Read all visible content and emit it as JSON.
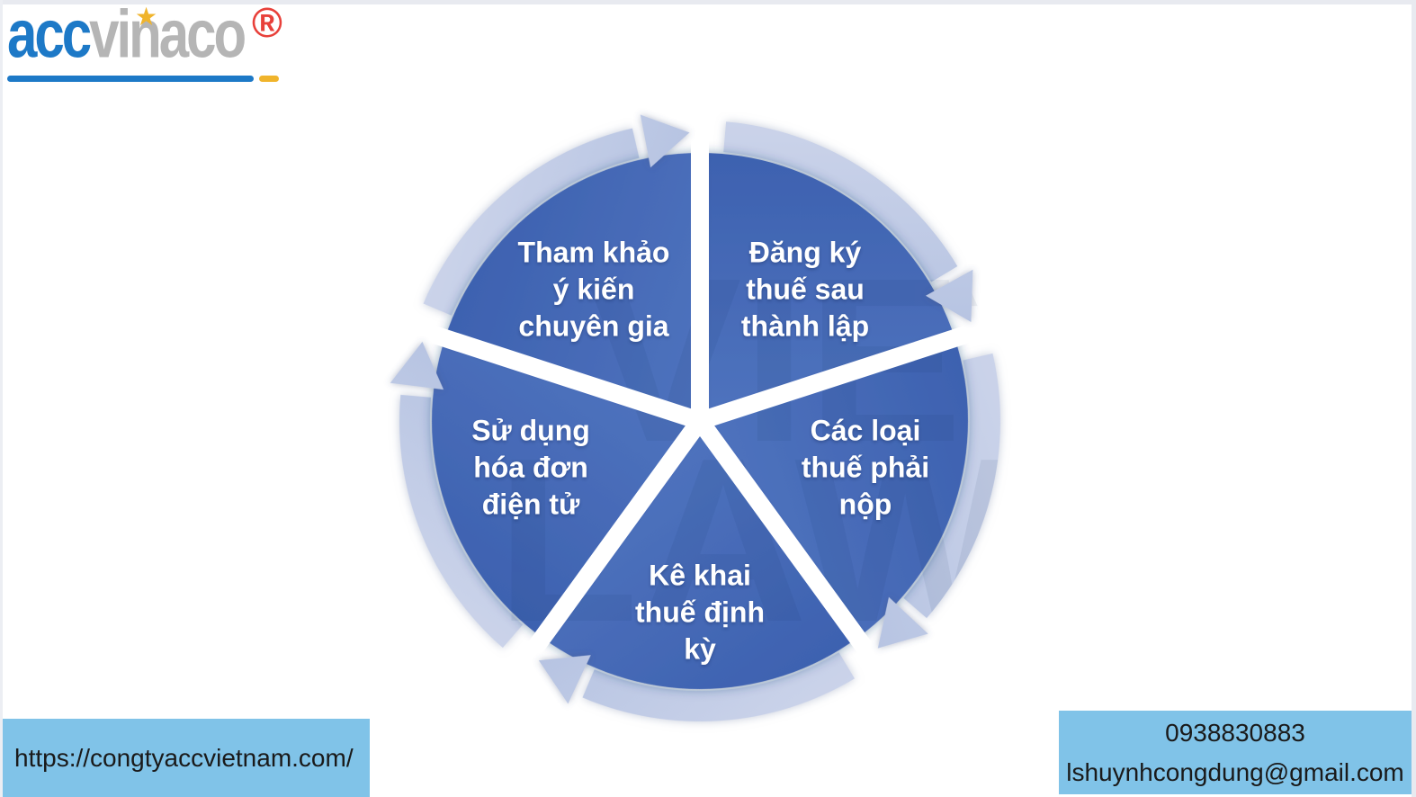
{
  "logo": {
    "text_primary": "acc",
    "text_secondary": "vinaco",
    "star_icon": "★",
    "registered_mark": "®",
    "color_primary": "#1d79c7",
    "color_secondary": "#b5b5b5",
    "color_star": "#f0b42c",
    "color_registered": "#e8403a"
  },
  "diagram": {
    "type": "cycle",
    "direction": "clockwise",
    "steps": [
      {
        "label": "Đăng ký\nthuế sau\nthành lập"
      },
      {
        "label": "Các loại\nthuế phải\nnộp"
      },
      {
        "label": "Kê khai\nthuế định\nkỳ"
      },
      {
        "label": "Sử dụng\nhóa đơn\nđiện tử"
      },
      {
        "label": "Tham khảo\ný kiến\nchuyên gia"
      }
    ],
    "watermark": {
      "line1": "VIET",
      "line2": "LAW"
    },
    "colors": {
      "wedge_dark": "#3b5fae",
      "wedge_light": "#6387ce",
      "arrow_light": "#ccd4ea",
      "arrow_dark": "#8ea5d3",
      "gap": "#ffffff"
    }
  },
  "footer": {
    "website": "https://congtyaccvietnam.com/",
    "phone": "0938830883",
    "email": "lshuynhcongdung@gmail.com",
    "box_color": "#80c3e8"
  }
}
